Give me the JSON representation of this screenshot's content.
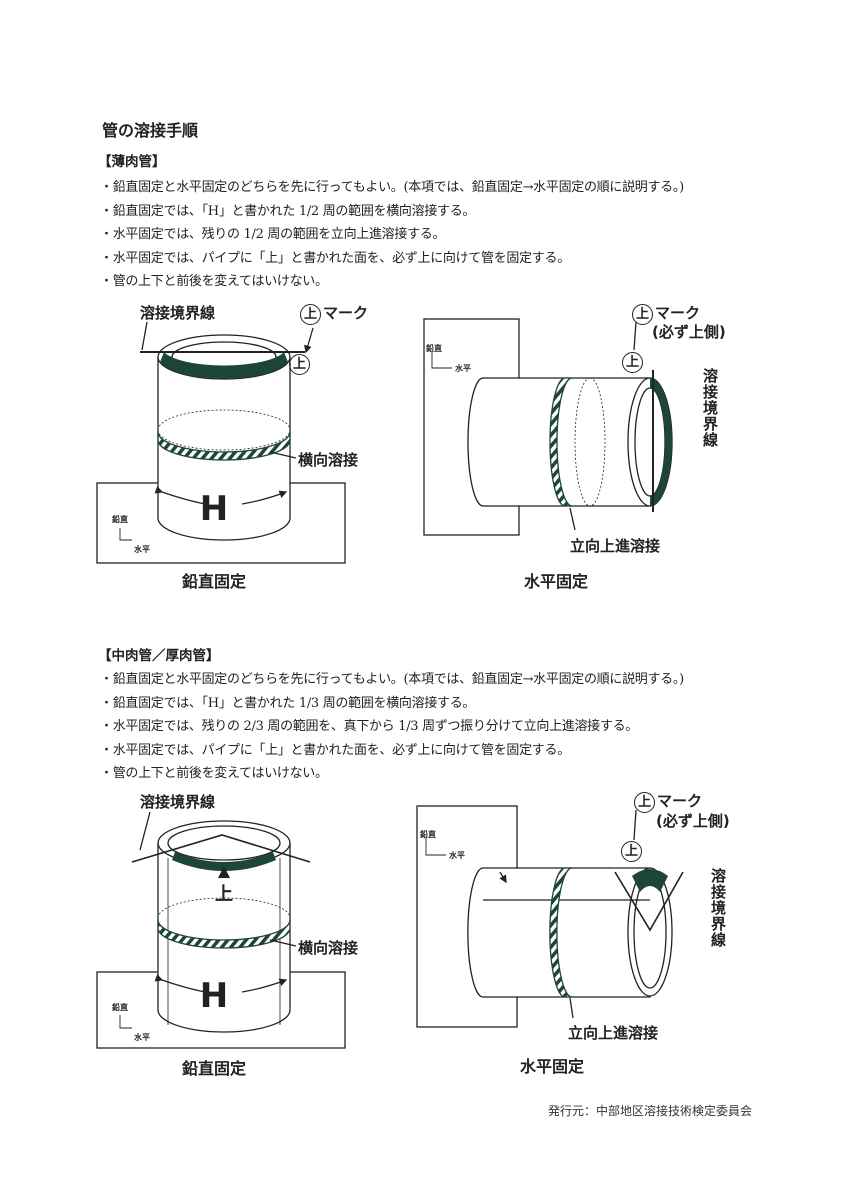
{
  "title": "管の溶接手順",
  "sections": [
    {
      "heading": "【薄肉管】",
      "bullets": [
        "・鉛直固定と水平固定のどちらを先に行ってもよい。(本項では、鉛直固定→水平固定の順に説明する。)",
        "・鉛直固定では、「H」と書かれた 1/2 周の範囲を横向溶接する。",
        "・水平固定では、残りの 1/2 周の範囲を立向上進溶接する。",
        "・水平固定では、パイプに「上」と書かれた面を、必ず上に向けて管を固定する。",
        "・管の上下と前後を変えてはいけない。"
      ]
    },
    {
      "heading": "【中肉管／厚肉管】",
      "bullets": [
        "・鉛直固定と水平固定のどちらを先に行ってもよい。(本項では、鉛直固定→水平固定の順に説明する。)",
        "・鉛直固定では、「H」と書かれた 1/3 周の範囲を横向溶接する。",
        "・水平固定では、残りの 2/3 周の範囲を、真下から 1/3 周ずつ振り分けて立向上進溶接する。",
        "・水平固定では、パイプに「上」と書かれた面を、必ず上に向けて管を固定する。",
        "・管の上下と前後を変えてはいけない。"
      ]
    }
  ],
  "labels": {
    "boundary": "溶接境界線",
    "up_char": "上",
    "up_mark": "マーク",
    "always_up": "(必ず上側)",
    "horizontal_weld": "横向溶接",
    "vertical_up_weld": "立向上進溶接",
    "h_mark": "H",
    "vertical": "鉛直",
    "horizontal": "水平",
    "vertical_fix": "鉛直固定",
    "horizontal_fix": "水平固定"
  },
  "footer": "発行元：中部地区溶接技術検定委員会",
  "colors": {
    "weld_green": "#1e4636",
    "line": "#222222"
  }
}
